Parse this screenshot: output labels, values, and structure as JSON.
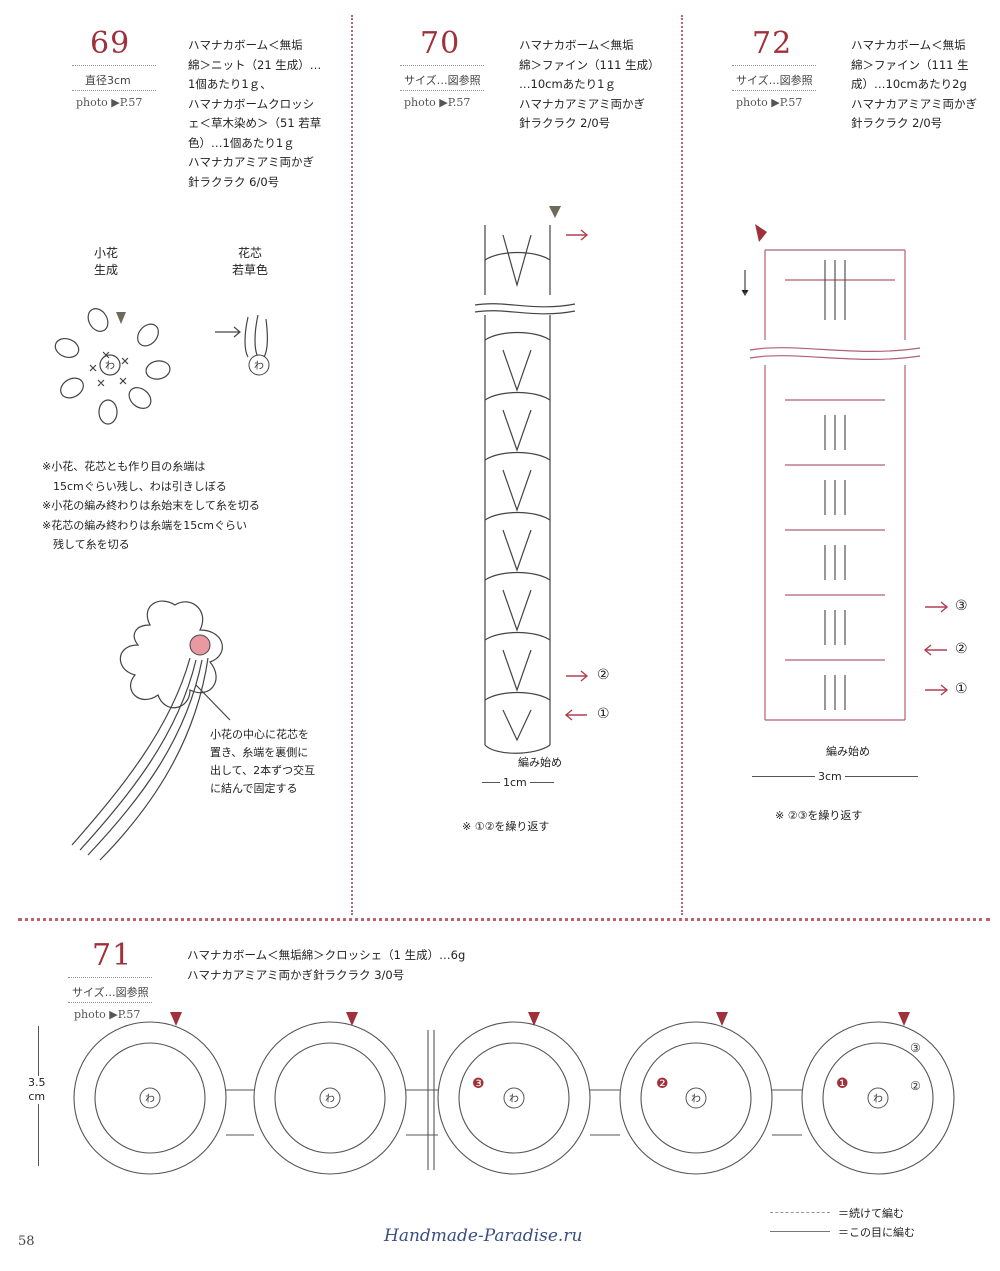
{
  "pattern69": {
    "number": "69",
    "size": "直径3cm",
    "photo": "photo ▶P.57",
    "materials": "ハマナカボーム＜無垢\n綿＞ニット（21 生成）…\n1個あたり1ｇ、\nハマナカボームクロッシ\nェ＜草木染め＞（51 若草\n色）…1個あたり1ｇ\nハマナカアミアミ両かぎ\n針ラクラク 6/0号",
    "small_flower_label": "小花",
    "small_flower_color": "生成",
    "core_label": "花芯",
    "core_color": "若草色",
    "ring": "わ",
    "notes": "※小花、花芯とも作り目の糸端は\n　15cmぐらい残し、わは引きしぼる\n※小花の編み終わりは糸始末をして糸を切る\n※花芯の編み終わりは糸端を15cmぐらい\n　残して糸を切る",
    "assembly_note": "小花の中心に花芯を\n置き、糸端を裏側に\n出して、2本ずつ交互\nに結んで固定する"
  },
  "pattern70": {
    "number": "70",
    "size": "サイズ…図参照",
    "photo": "photo ▶P.57",
    "materials": "ハマナカボーム＜無垢\n綿＞ファイン（111 生成）\n…10cmあたり1ｇ\nハマナカアミアミ両かぎ\n針ラクラク 2/0号",
    "arrow_2": "②",
    "arrow_1": "①",
    "start": "編み始め",
    "width": "1cm",
    "repeat": "※ ①②を繰り返す"
  },
  "pattern72": {
    "number": "72",
    "size": "サイズ…図参照",
    "photo": "photo ▶P.57",
    "materials": "ハマナカボーム＜無垢\n綿＞ファイン（111 生\n成）…10cmあたり2g\nハマナカアミアミ両かぎ\n針ラクラク 2/0号",
    "arrow_3": "③",
    "arrow_2": "②",
    "arrow_1": "①",
    "start": "編み始め",
    "width": "3cm",
    "repeat": "※ ②③を繰り返す"
  },
  "pattern71": {
    "number": "71",
    "size": "サイズ…図参照",
    "photo": "photo ▶P.57",
    "materials": "ハマナカボーム＜無垢綿＞クロッシェ（1 生成）…6g\nハマナカアミアミ両かぎ針ラクラク 3/0号",
    "height": "3.5\ncm",
    "ring": "わ",
    "round_3": "❸",
    "round_2": "❷",
    "round_1": "❶",
    "small_3": "③",
    "small_2": "②",
    "legend_continue": "＝続けて編む",
    "legend_into": "＝この目に編む"
  },
  "page_number": "58",
  "watermark": "Handmade-Paradise.ru",
  "colors": {
    "accent": "#a0303a",
    "divider": "#c0505a",
    "text": "#222222"
  }
}
